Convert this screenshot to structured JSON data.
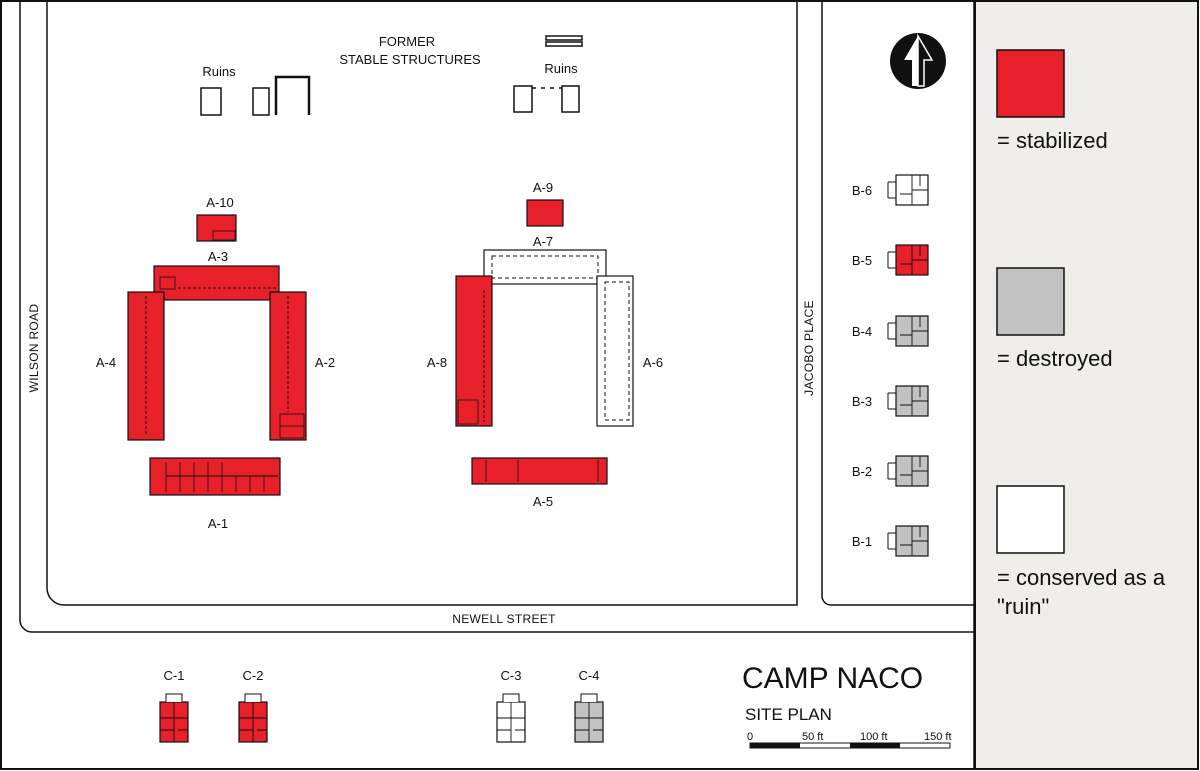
{
  "title": "CAMP NACO",
  "subtitle": "SITE PLAN",
  "colors": {
    "stabilized": "#e8202a",
    "destroyed": "#c2c2c2",
    "ruin": "#ffffff",
    "legend_panel": "#efeeeb",
    "line": "#111111"
  },
  "legend": {
    "stabilized": "= stabilized",
    "destroyed": "= destroyed",
    "ruin_line1": "= conserved as a",
    "ruin_line2": "\"ruin\""
  },
  "roads": {
    "wilson": "WILSON  ROAD",
    "newell": "NEWELL STREET",
    "jacobo": "JACOBO PLACE"
  },
  "annotations": {
    "former_line1": "FORMER",
    "former_line2": "STABLE STRUCTURES",
    "ruins_left": "Ruins",
    "ruins_right": "Ruins"
  },
  "buildings": {
    "A-1": {
      "label": "A-1",
      "status": "stabilized"
    },
    "A-2": {
      "label": "A-2",
      "status": "stabilized"
    },
    "A-3": {
      "label": "A-3",
      "status": "stabilized"
    },
    "A-4": {
      "label": "A-4",
      "status": "stabilized"
    },
    "A-5": {
      "label": "A-5",
      "status": "stabilized"
    },
    "A-6": {
      "label": "A-6",
      "status": "ruin"
    },
    "A-7": {
      "label": "A-7",
      "status": "ruin"
    },
    "A-8": {
      "label": "A-8",
      "status": "stabilized"
    },
    "A-9": {
      "label": "A-9",
      "status": "stabilized"
    },
    "A-10": {
      "label": "A-10",
      "status": "stabilized"
    },
    "B-1": {
      "label": "B-1",
      "status": "destroyed"
    },
    "B-2": {
      "label": "B-2",
      "status": "destroyed"
    },
    "B-3": {
      "label": "B-3",
      "status": "destroyed"
    },
    "B-4": {
      "label": "B-4",
      "status": "destroyed"
    },
    "B-5": {
      "label": "B-5",
      "status": "stabilized"
    },
    "B-6": {
      "label": "B-6",
      "status": "ruin"
    },
    "C-1": {
      "label": "C-1",
      "status": "stabilized"
    },
    "C-2": {
      "label": "C-2",
      "status": "stabilized"
    },
    "C-3": {
      "label": "C-3",
      "status": "ruin"
    },
    "C-4": {
      "label": "C-4",
      "status": "destroyed"
    }
  },
  "scale_bar": {
    "ticks": [
      "0",
      "50 ft",
      "100 ft",
      "150 ft"
    ]
  },
  "north_arrow": "north-arrow-icon"
}
